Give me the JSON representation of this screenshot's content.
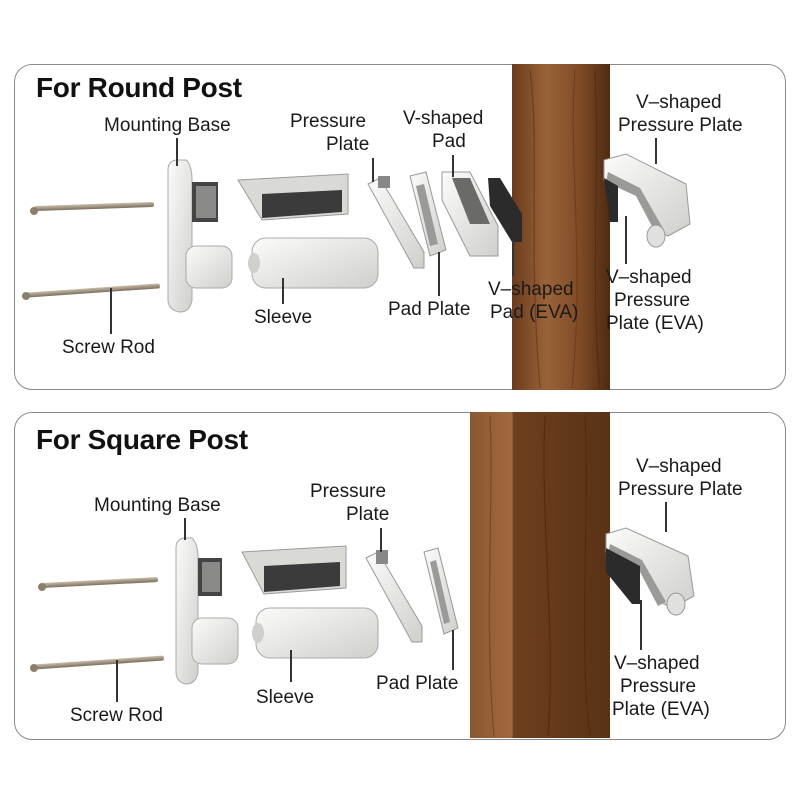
{
  "round": {
    "title": "For Round Post",
    "labels": {
      "mounting_base": "Mounting Base",
      "pressure_plate_1": "Pressure",
      "pressure_plate_2": "Plate",
      "v_pad_1": "V-shaped",
      "v_pad_2": "Pad",
      "v_pressure_plate_1": "V–shaped",
      "v_pressure_plate_2": "Pressure Plate",
      "sleeve": "Sleeve",
      "screw_rod": "Screw Rod",
      "pad_plate": "Pad Plate",
      "v_pad_eva_1": "V–shaped",
      "v_pad_eva_2": "Pad (EVA)",
      "v_pp_eva_1": "V–shaped",
      "v_pp_eva_2": "Pressure",
      "v_pp_eva_3": "Plate (EVA)"
    }
  },
  "square": {
    "title": "For Square Post",
    "labels": {
      "mounting_base": "Mounting Base",
      "pressure_plate_1": "Pressure",
      "pressure_plate_2": "Plate",
      "v_pressure_plate_1": "V–shaped",
      "v_pressure_plate_2": "Pressure Plate",
      "sleeve": "Sleeve",
      "screw_rod": "Screw Rod",
      "pad_plate": "Pad Plate",
      "v_pp_eva_1": "V–shaped",
      "v_pp_eva_2": "Pressure",
      "v_pp_eva_3": "Plate (EVA)"
    }
  },
  "colors": {
    "wood": "#7a4a28",
    "wood_dark": "#5c3418",
    "plastic": "#e9e9e7",
    "plastic_shade": "#b9b9b6",
    "eva": "#2b2b2b",
    "rod": "#9a8e7c"
  }
}
